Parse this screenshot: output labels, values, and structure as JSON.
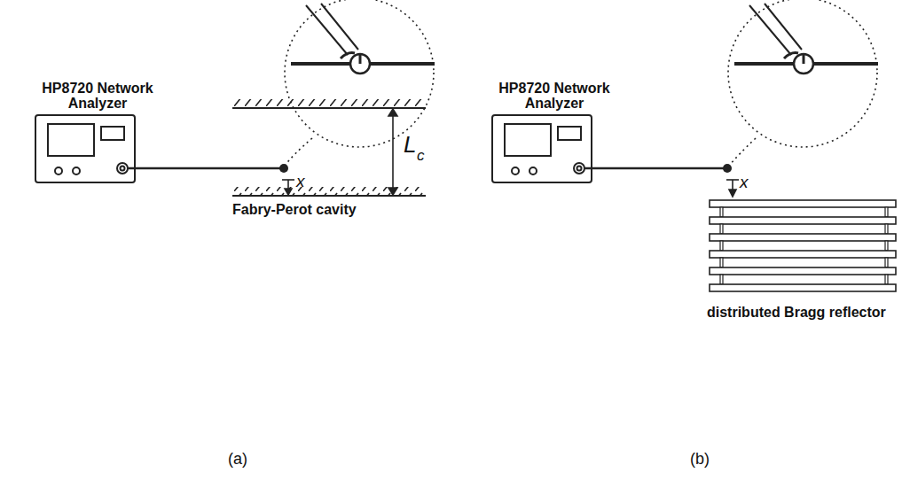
{
  "diagram": {
    "labels": [
      "HP8720 Network Analyzer",
      "x",
      "L",
      "c",
      "Fabry-Perot cavity",
      "HP8720 Network Analyzer",
      "x",
      "distributed Bragg reflector",
      "(a)",
      "(b)"
    ]
  }
}
